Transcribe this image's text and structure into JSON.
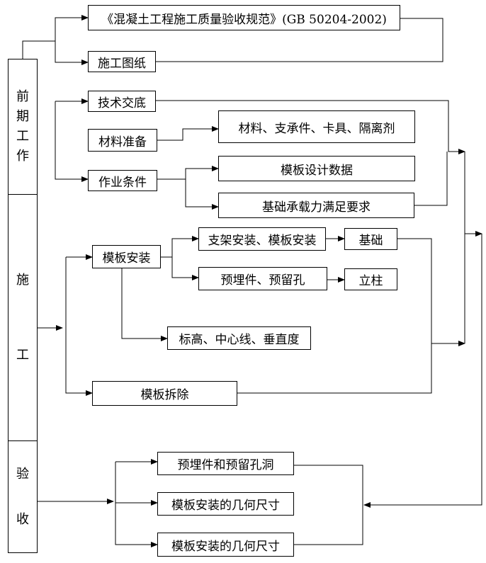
{
  "stages": {
    "prep": [
      "前",
      "期",
      "工",
      "作"
    ],
    "construction": [
      "施",
      "工"
    ],
    "acceptance": [
      "验",
      "收"
    ]
  },
  "boxes": {
    "spec": "《混凝土工程施工质量验收规范》(GB 50204-2002)",
    "drawings": "施工图纸",
    "briefing": "技术交底",
    "materials_prep": "材料准备",
    "materials_list": "材料、支承件、卡具、隔离剂",
    "work_conditions": "作业条件",
    "design_data": "模板设计数据",
    "foundation_req": "基础承载力满足要求",
    "formwork_install": "模板安装",
    "support_install": "支架安装、模板安装",
    "foundation": "基础",
    "embedded": "预埋件、预留孔",
    "column": "立柱",
    "elevation": "标高、中心线、垂直度",
    "removal": "模板拆除",
    "check_embedded": "预埋件和预留孔洞",
    "check_geometry_1": "模板安装的几何尺寸",
    "check_geometry_2": "模板安装的几何尺寸"
  }
}
